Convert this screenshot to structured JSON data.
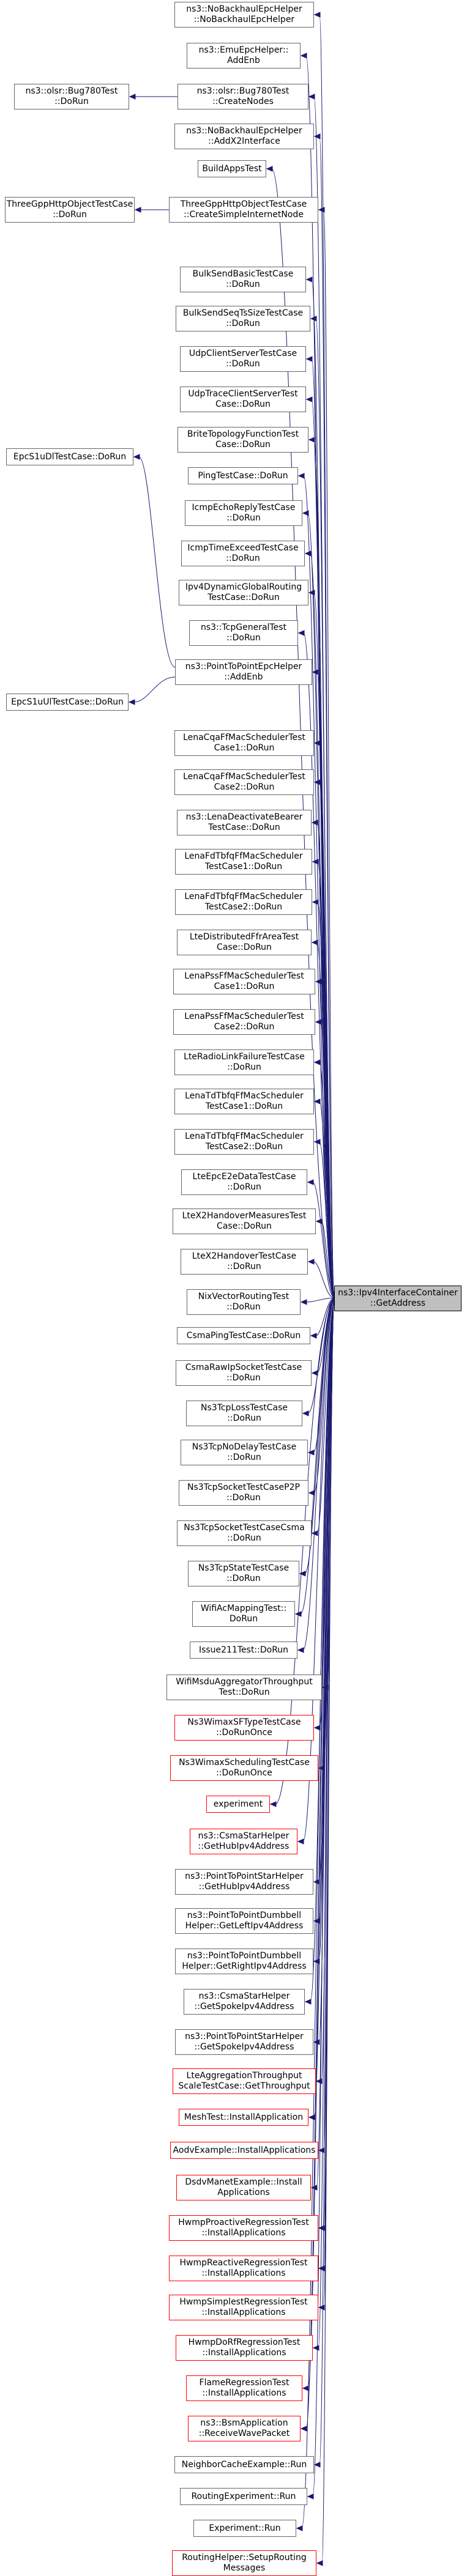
{
  "target": {
    "label": "ns3::Ipv4InterfaceContainer\n::GetAddress"
  },
  "callers": [
    {
      "id": "c0",
      "label": "ns3::NoBackhaulEpcHelper\n::NoBackhaulEpcHelper",
      "ext": false
    },
    {
      "id": "c1",
      "label": "ns3::EmuEpcHelper::\nAddEnb",
      "ext": false
    },
    {
      "id": "c2",
      "label": "ns3::olsr::Bug780Test\n::CreateNodes",
      "ext": false
    },
    {
      "id": "c3",
      "label": "ns3::NoBackhaulEpcHelper\n::AddX2Interface",
      "ext": false
    },
    {
      "id": "c4",
      "label": "BuildAppsTest",
      "ext": false
    },
    {
      "id": "c5",
      "label": "ThreeGppHttpObjectTestCase\n::CreateSimpleInternetNode",
      "ext": false
    },
    {
      "id": "c6",
      "label": "BulkSendBasicTestCase\n::DoRun",
      "ext": false
    },
    {
      "id": "c7",
      "label": "BulkSendSeqTsSizeTestCase\n::DoRun",
      "ext": false
    },
    {
      "id": "c8",
      "label": "UdpClientServerTestCase\n::DoRun",
      "ext": false
    },
    {
      "id": "c9",
      "label": "UdpTraceClientServerTest\nCase::DoRun",
      "ext": false
    },
    {
      "id": "c10",
      "label": "BriteTopologyFunctionTest\nCase::DoRun",
      "ext": false
    },
    {
      "id": "c11",
      "label": "PingTestCase::DoRun",
      "ext": false
    },
    {
      "id": "c12",
      "label": "IcmpEchoReplyTestCase\n::DoRun",
      "ext": false
    },
    {
      "id": "c13",
      "label": "IcmpTimeExceedTestCase\n::DoRun",
      "ext": false
    },
    {
      "id": "c14",
      "label": "Ipv4DynamicGlobalRouting\nTestCase::DoRun",
      "ext": false
    },
    {
      "id": "c15",
      "label": "ns3::TcpGeneralTest\n::DoRun",
      "ext": false
    },
    {
      "id": "c16",
      "label": "ns3::PointToPointEpcHelper\n::AddEnb",
      "ext": false
    },
    {
      "id": "c17",
      "label": "LenaCqaFfMacSchedulerTest\nCase1::DoRun",
      "ext": false
    },
    {
      "id": "c18",
      "label": "LenaCqaFfMacSchedulerTest\nCase2::DoRun",
      "ext": false
    },
    {
      "id": "c19",
      "label": "ns3::LenaDeactivateBearer\nTestCase::DoRun",
      "ext": false
    },
    {
      "id": "c20",
      "label": "LenaFdTbfqFfMacScheduler\nTestCase1::DoRun",
      "ext": false
    },
    {
      "id": "c21",
      "label": "LenaFdTbfqFfMacScheduler\nTestCase2::DoRun",
      "ext": false
    },
    {
      "id": "c22",
      "label": "LteDistributedFfrAreaTest\nCase::DoRun",
      "ext": false
    },
    {
      "id": "c23",
      "label": "LenaPssFfMacSchedulerTest\nCase1::DoRun",
      "ext": false
    },
    {
      "id": "c24",
      "label": "LenaPssFfMacSchedulerTest\nCase2::DoRun",
      "ext": false
    },
    {
      "id": "c25",
      "label": "LteRadioLinkFailureTestCase\n::DoRun",
      "ext": false
    },
    {
      "id": "c26",
      "label": "LenaTdTbfqFfMacScheduler\nTestCase1::DoRun",
      "ext": false
    },
    {
      "id": "c27",
      "label": "LenaTdTbfqFfMacScheduler\nTestCase2::DoRun",
      "ext": false
    },
    {
      "id": "c28",
      "label": "LteEpcE2eDataTestCase\n::DoRun",
      "ext": false
    },
    {
      "id": "c29",
      "label": "LteX2HandoverMeasuresTest\nCase::DoRun",
      "ext": false
    },
    {
      "id": "c30",
      "label": "LteX2HandoverTestCase\n::DoRun",
      "ext": false
    },
    {
      "id": "c31",
      "label": "NixVectorRoutingTest\n::DoRun",
      "ext": false
    },
    {
      "id": "c32",
      "label": "CsmaPingTestCase::DoRun",
      "ext": false
    },
    {
      "id": "c33",
      "label": "CsmaRawIpSocketTestCase\n::DoRun",
      "ext": false
    },
    {
      "id": "c34",
      "label": "Ns3TcpLossTestCase\n::DoRun",
      "ext": false
    },
    {
      "id": "c35",
      "label": "Ns3TcpNoDelayTestCase\n::DoRun",
      "ext": false
    },
    {
      "id": "c36",
      "label": "Ns3TcpSocketTestCaseP2P\n::DoRun",
      "ext": false
    },
    {
      "id": "c37",
      "label": "Ns3TcpSocketTestCaseCsma\n::DoRun",
      "ext": false
    },
    {
      "id": "c38",
      "label": "Ns3TcpStateTestCase\n::DoRun",
      "ext": false
    },
    {
      "id": "c39",
      "label": "WifiAcMappingTest::\nDoRun",
      "ext": false
    },
    {
      "id": "c40",
      "label": "Issue211Test::DoRun",
      "ext": false
    },
    {
      "id": "c41",
      "label": "WifiMsduAggregatorThroughput\nTest::DoRun",
      "ext": false
    },
    {
      "id": "c42",
      "label": "Ns3WimaxSFTypeTestCase\n::DoRunOnce",
      "ext": true
    },
    {
      "id": "c43",
      "label": "Ns3WimaxSchedulingTestCase\n::DoRunOnce",
      "ext": true
    },
    {
      "id": "c44",
      "label": "experiment",
      "ext": true
    },
    {
      "id": "c45",
      "label": "ns3::CsmaStarHelper\n::GetHubIpv4Address",
      "ext": true
    },
    {
      "id": "c46",
      "label": "ns3::PointToPointStarHelper\n::GetHubIpv4Address",
      "ext": false
    },
    {
      "id": "c47",
      "label": "ns3::PointToPointDumbbell\nHelper::GetLeftIpv4Address",
      "ext": false
    },
    {
      "id": "c48",
      "label": "ns3::PointToPointDumbbell\nHelper::GetRightIpv4Address",
      "ext": false
    },
    {
      "id": "c49",
      "label": "ns3::CsmaStarHelper\n::GetSpokeIpv4Address",
      "ext": false
    },
    {
      "id": "c50",
      "label": "ns3::PointToPointStarHelper\n::GetSpokeIpv4Address",
      "ext": false
    },
    {
      "id": "c51",
      "label": "LteAggregationThroughput\nScaleTestCase::GetThroughput",
      "ext": true
    },
    {
      "id": "c52",
      "label": "MeshTest::InstallApplication",
      "ext": true
    },
    {
      "id": "c53",
      "label": "AodvExample::InstallApplications",
      "ext": true
    },
    {
      "id": "c54",
      "label": "DsdvManetExample::Install\nApplications",
      "ext": true
    },
    {
      "id": "c55",
      "label": "HwmpProactiveRegressionTest\n::InstallApplications",
      "ext": true
    },
    {
      "id": "c56",
      "label": "HwmpReactiveRegressionTest\n::InstallApplications",
      "ext": true
    },
    {
      "id": "c57",
      "label": "HwmpSimplestRegressionTest\n::InstallApplications",
      "ext": true
    },
    {
      "id": "c58",
      "label": "HwmpDoRfRegressionTest\n::InstallApplications",
      "ext": true
    },
    {
      "id": "c59",
      "label": "FlameRegressionTest\n::InstallApplications",
      "ext": true
    },
    {
      "id": "c60",
      "label": "ns3::BsmApplication\n::ReceiveWavePacket",
      "ext": true
    },
    {
      "id": "c61",
      "label": "NeighborCacheExample::Run",
      "ext": false
    },
    {
      "id": "c62",
      "label": "RoutingExperiment::Run",
      "ext": false
    },
    {
      "id": "c63",
      "label": "Experiment::Run",
      "ext": false
    },
    {
      "id": "c64",
      "label": "RoutingHelper::SetupRouting\nMessages",
      "ext": true
    }
  ],
  "secondary": [
    {
      "id": "s0",
      "label": "ns3::olsr::Bug780Test\n::DoRun",
      "calls": "c2"
    },
    {
      "id": "s1",
      "label": "ThreeGppHttpObjectTestCase\n::DoRun",
      "calls": "c5"
    },
    {
      "id": "s2",
      "label": "EpcS1uDlTestCase::DoRun",
      "calls": "c16"
    },
    {
      "id": "s3",
      "label": "EpcS1uUlTestCase::DoRun",
      "calls": "c16"
    }
  ],
  "colors": {
    "edge": "#191970",
    "border": "#666666",
    "ext_border": "#ff0000",
    "target_fill": "#bfbfbf"
  }
}
